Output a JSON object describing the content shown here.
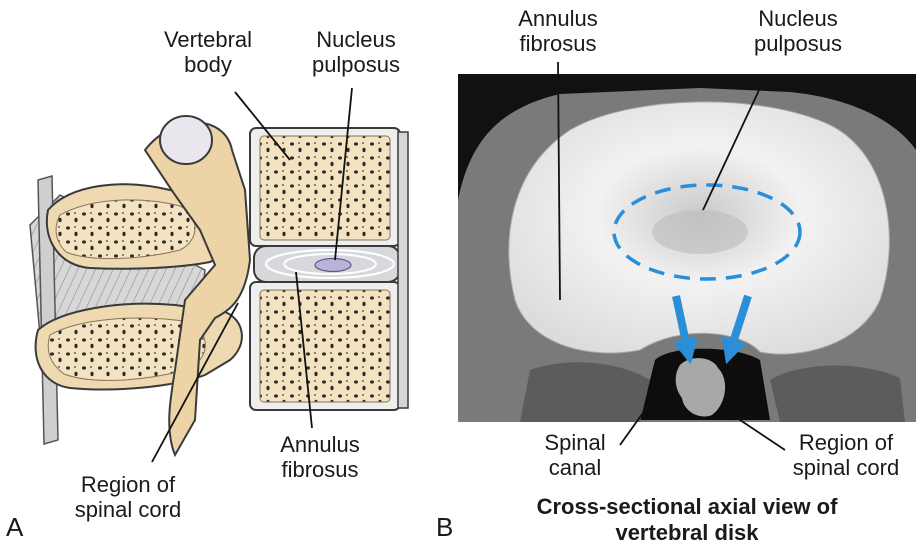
{
  "panel_a": {
    "letter": "A",
    "labels": {
      "vertebral_body": [
        "Vertebral",
        "body"
      ],
      "nucleus_pulposus": [
        "Nucleus",
        "pulposus"
      ],
      "annulus_fibrosus": [
        "Annulus",
        "fibrosus"
      ],
      "region_spinal_cord": [
        "Region of",
        "spinal cord"
      ]
    }
  },
  "panel_b": {
    "letter": "B",
    "labels": {
      "annulus_fibrosus": [
        "Annulus",
        "fibrosus"
      ],
      "nucleus_pulposus": [
        "Nucleus",
        "pulposus"
      ],
      "spinal_canal": [
        "Spinal",
        "canal"
      ],
      "region_spinal_cord": [
        "Region of",
        "spinal cord"
      ]
    },
    "caption": [
      "Cross-sectional axial view of",
      "vertebral disk"
    ]
  },
  "colors": {
    "bone": "#f3e3c3",
    "bone_dark": "#d9b98c",
    "outline": "#3a3a3a",
    "disk_ring": "#d8d8dc",
    "nucleus": "#b9b4d6",
    "ct_bg": "#111111",
    "ct_disk": "#ececec",
    "accent_blue": "#2a8fd8"
  }
}
